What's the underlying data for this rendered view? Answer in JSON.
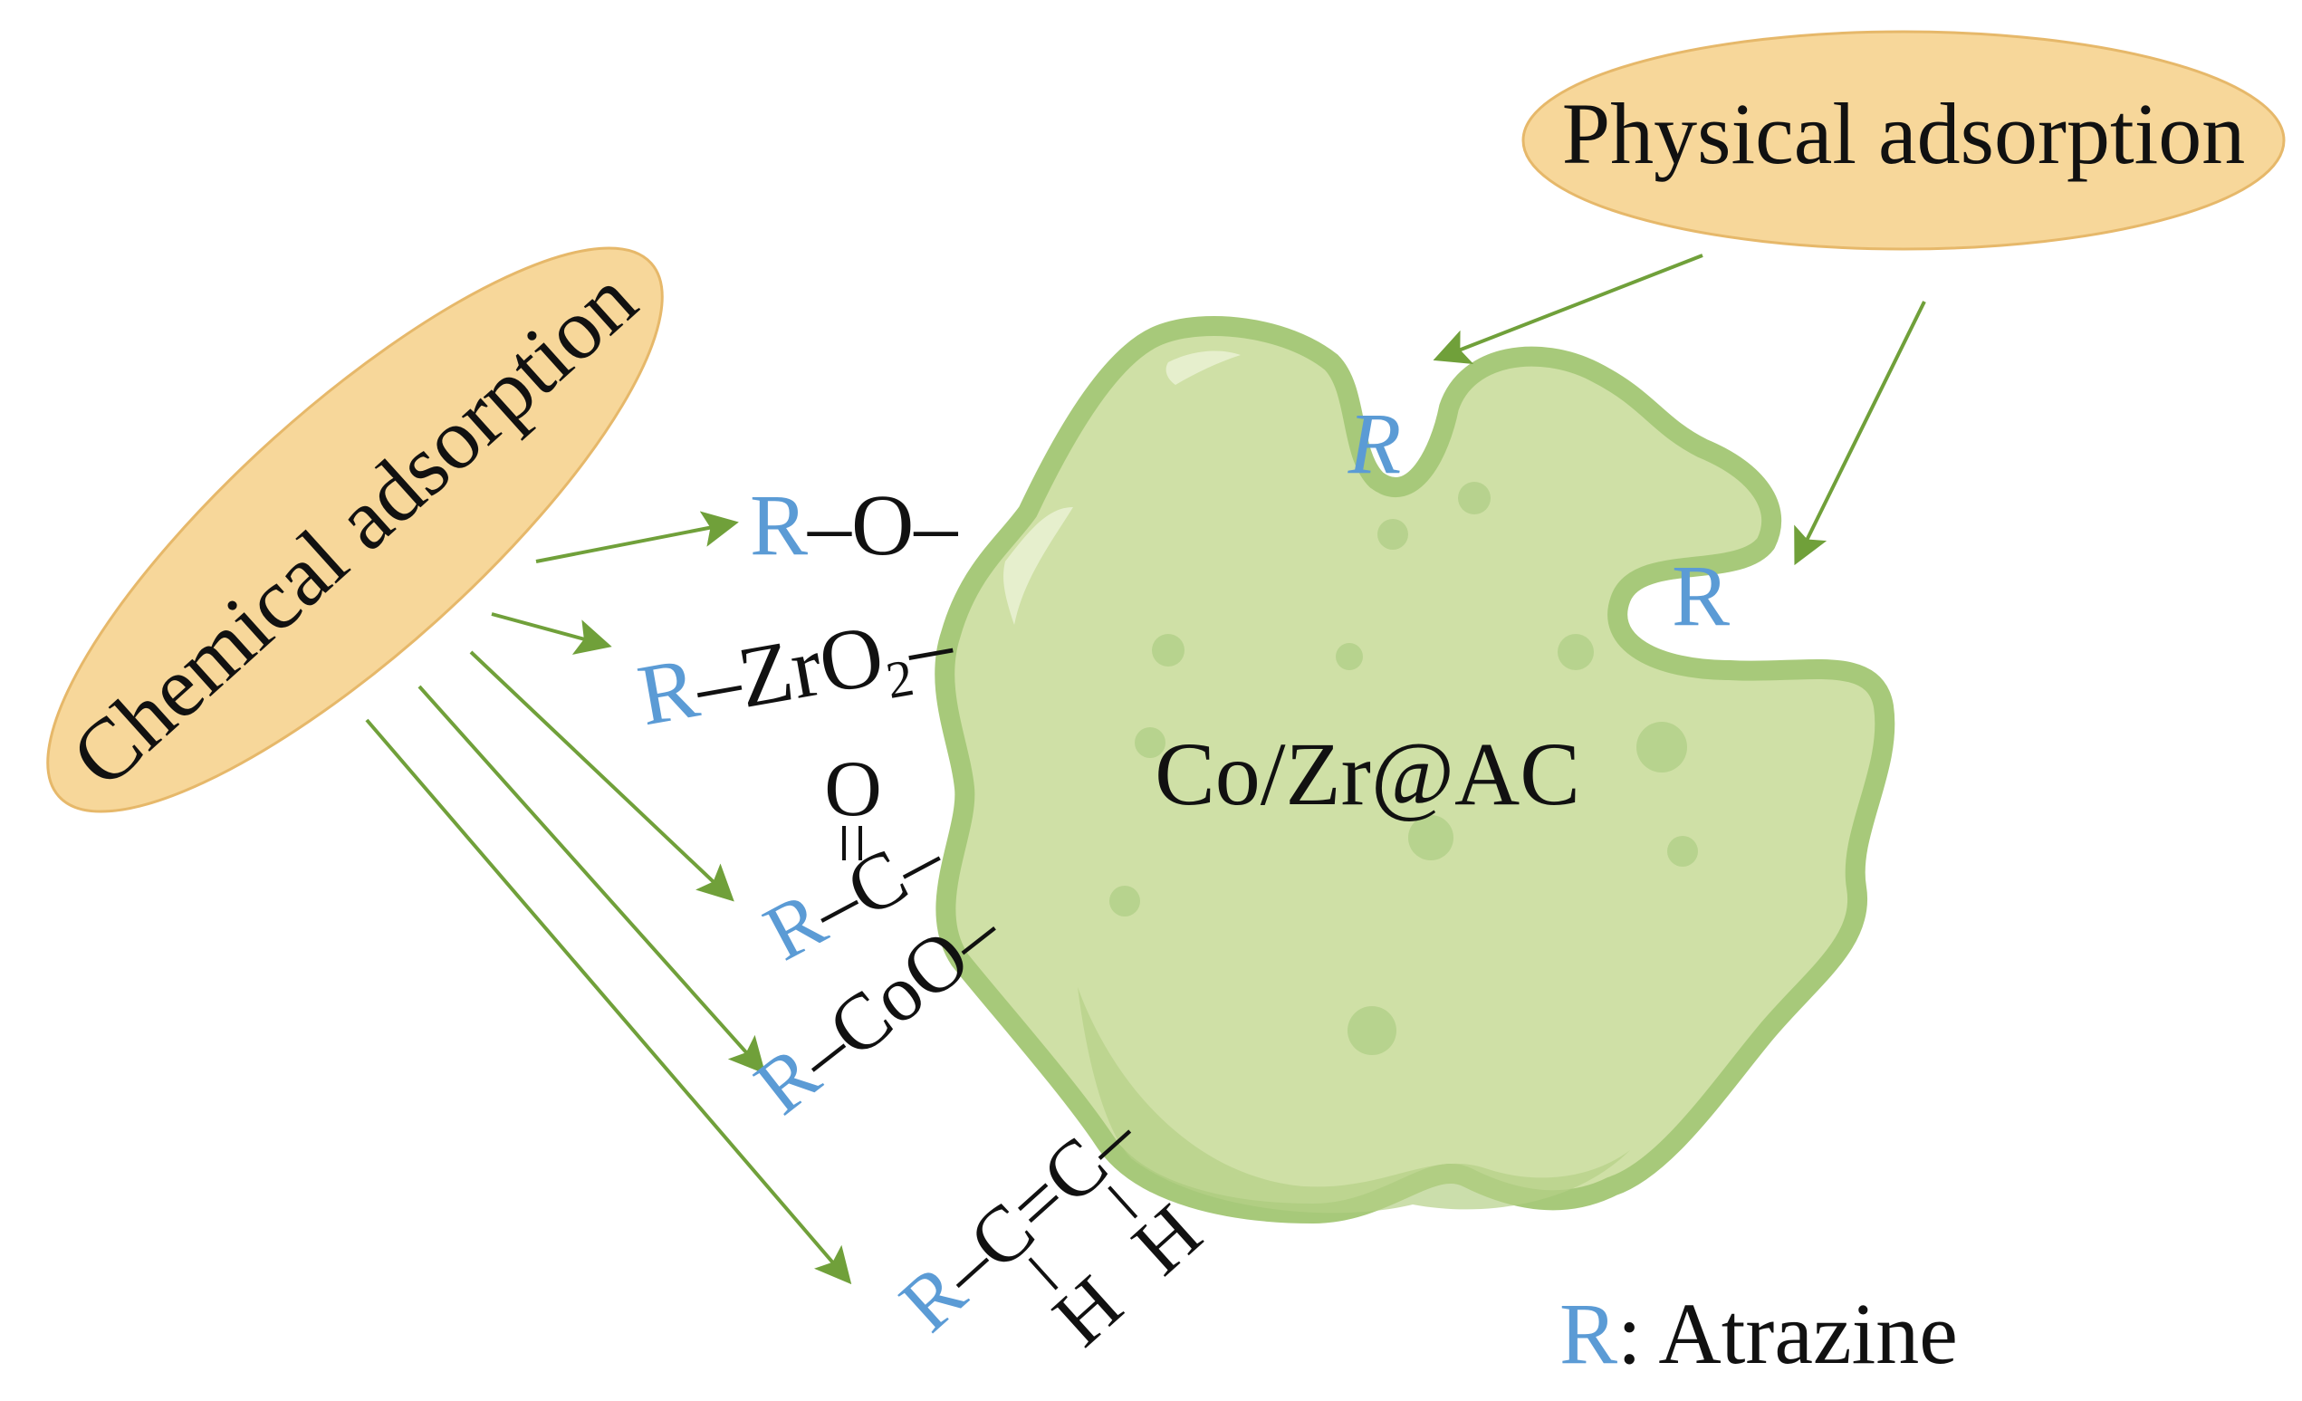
{
  "labels": {
    "chemical": "Chemical adsorption",
    "physical": "Physical adsorption",
    "center": "Co/Zr@AC",
    "r": "R",
    "legend_rest": ": Atrazine"
  },
  "groups": {
    "g1": "–O–",
    "g2_pre": "–ZrO",
    "g2_sub": "2",
    "g2_post": "–",
    "g3_o": "O",
    "g3_eq": "||",
    "g3_c": "–C–",
    "g4": "–CoO–",
    "g5_c": "–C",
    "g5_dbl": "=",
    "g5_c2": "C–",
    "g5_h": "H"
  },
  "colors": {
    "ellipse_fill": "#f7d79a",
    "ellipse_stroke": "#e6b86a",
    "blob_fill": "#cfe0a6",
    "blob_stroke": "#a7c97a",
    "arrow": "#70a03a",
    "r_blue": "#5b9bd5"
  }
}
